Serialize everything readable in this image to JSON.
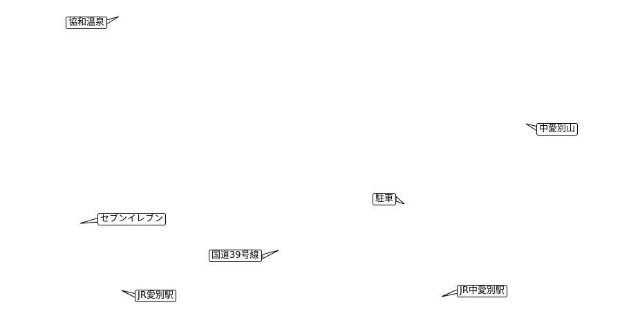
{
  "map": {
    "labels": [
      {
        "id": "kyowa-onsen",
        "text": "協和温泉"
      },
      {
        "id": "nakaaibetsu-yama",
        "text": "中愛別山"
      },
      {
        "id": "parking",
        "text": "駐車"
      },
      {
        "id": "seven-eleven",
        "text": "セブンイレブン"
      },
      {
        "id": "route-39",
        "text": "国道39号線"
      },
      {
        "id": "jr-aibetsu-station",
        "text": "JR愛別駅"
      },
      {
        "id": "jr-nakaaibetsu-station",
        "text": "JR中愛別駅"
      }
    ],
    "colors": {
      "background": "#ffffff",
      "ink": "#000000"
    }
  }
}
